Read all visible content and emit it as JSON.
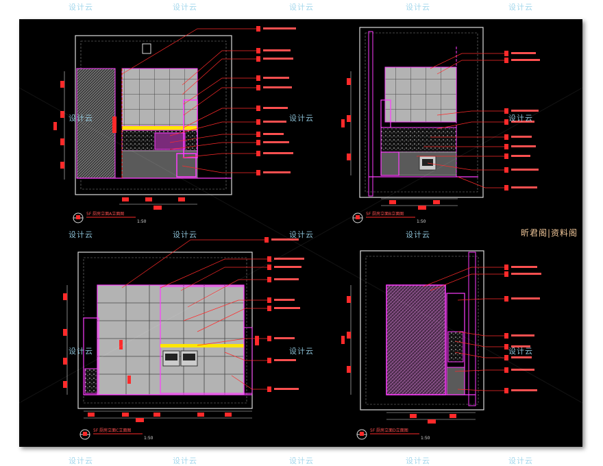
{
  "watermark": {
    "text": "设计云"
  },
  "stamp": {
    "text": "昕君阁|资料阁"
  },
  "drawings": [
    {
      "title": "5F 厨房立面A立面图",
      "scale": "1:50"
    },
    {
      "title": "5F 厨房立面B立面图",
      "scale": "1:50"
    },
    {
      "title": "5F 厨房立面C立面图",
      "scale": "1:50"
    },
    {
      "title": "5F 厨房立面D立面图",
      "scale": "1:50"
    }
  ],
  "colors": {
    "background": "#000000",
    "wall": "#ffffff",
    "tile": "#b8b8b8",
    "leader": "#ff2a2a",
    "magenta": "#ff3cff",
    "yellow": "#ffe600"
  }
}
